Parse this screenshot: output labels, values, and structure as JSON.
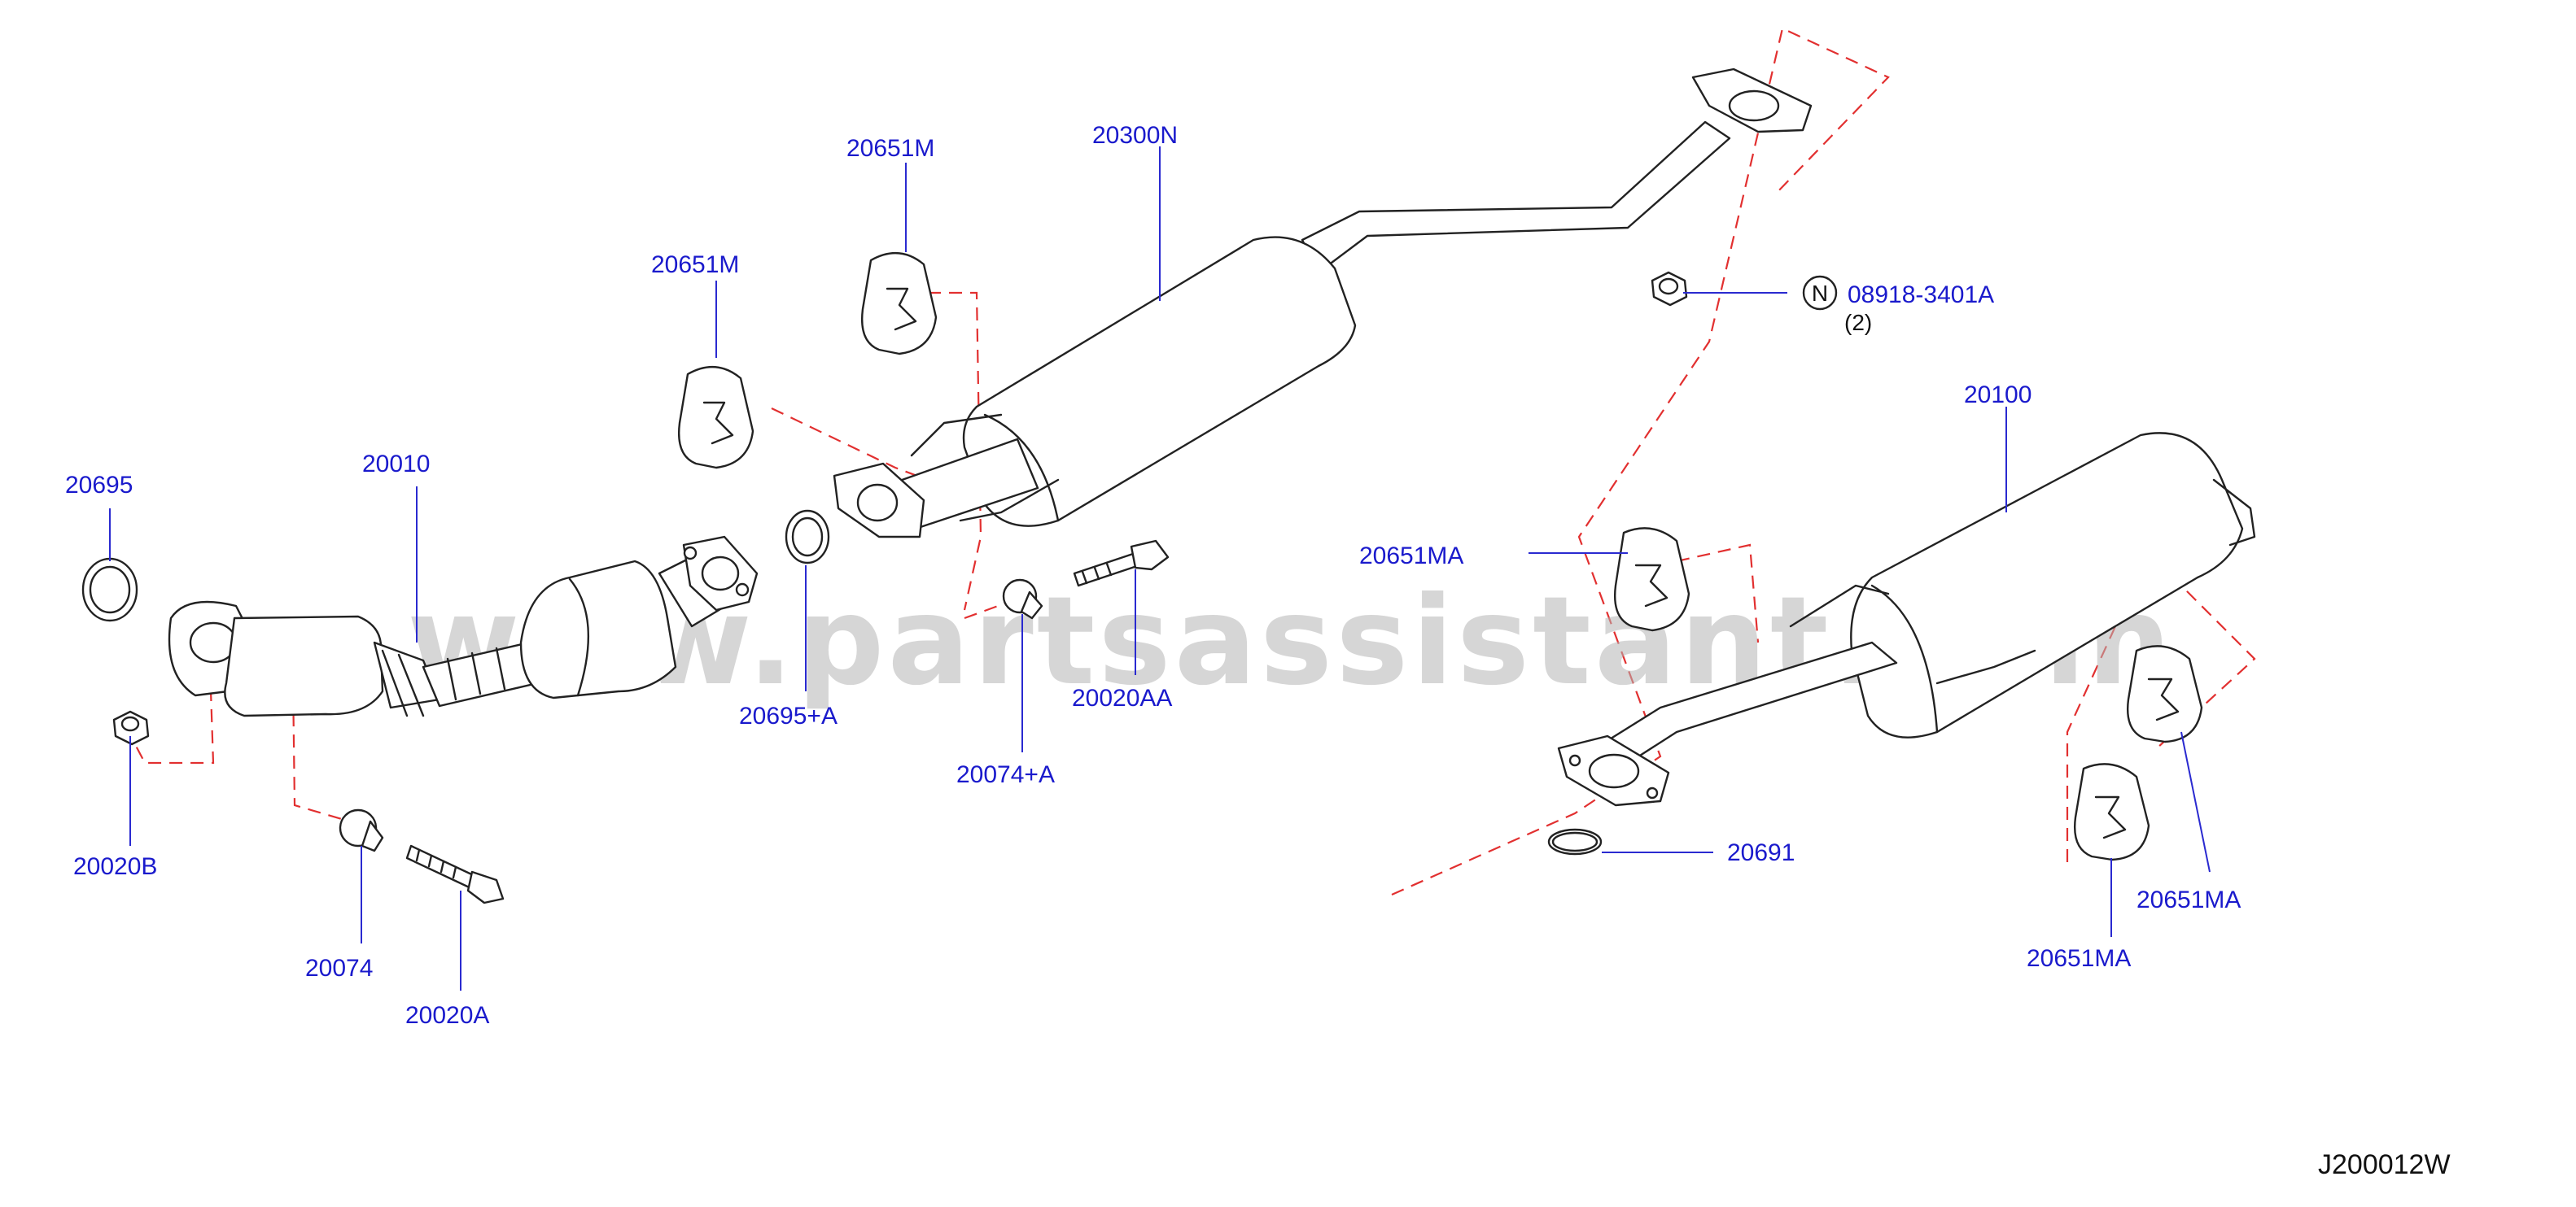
{
  "diagram": {
    "reference_code": "J200012W",
    "watermark": "www.partsassistant.com",
    "parts": [
      {
        "id": "20695",
        "label": "20695"
      },
      {
        "id": "20010",
        "label": "20010"
      },
      {
        "id": "20020B",
        "label": "20020B"
      },
      {
        "id": "20074",
        "label": "20074"
      },
      {
        "id": "20020A",
        "label": "20020A"
      },
      {
        "id": "20651M-left",
        "label": "20651M"
      },
      {
        "id": "20651M-top",
        "label": "20651M"
      },
      {
        "id": "20300N",
        "label": "20300N"
      },
      {
        "id": "20695+A",
        "label": "20695+A"
      },
      {
        "id": "20074+A",
        "label": "20074+A"
      },
      {
        "id": "20020AA",
        "label": "20020AA"
      },
      {
        "id": "08918-3401A",
        "label": "08918-3401A",
        "prefix_symbol": "N",
        "quantity": "(2)"
      },
      {
        "id": "20100",
        "label": "20100"
      },
      {
        "id": "20651MA-left",
        "label": "20651MA"
      },
      {
        "id": "20691",
        "label": "20691"
      },
      {
        "id": "20651MA-right",
        "label": "20651MA"
      },
      {
        "id": "20651MA-bottom",
        "label": "20651MA"
      }
    ],
    "colors": {
      "label": "#1a1acc",
      "leader": "#2a2ad0",
      "dashed_guide": "#e23030",
      "outline": "#222222"
    }
  }
}
